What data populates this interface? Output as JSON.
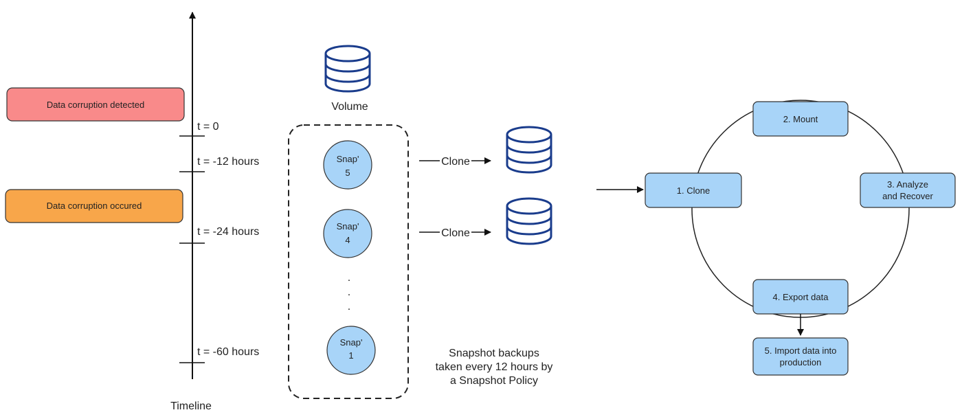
{
  "timeline": {
    "axis_label": "Timeline",
    "ticks": [
      {
        "label": "t = 0"
      },
      {
        "label": "t = -12 hours"
      },
      {
        "label": "t = -24 hours"
      },
      {
        "label": "t = -60 hours"
      }
    ]
  },
  "events": {
    "detected": {
      "label": "Data corruption detected",
      "color": "#f98a8a"
    },
    "occured": {
      "label": "Data corruption occured",
      "color": "#f8a64a"
    }
  },
  "volume": {
    "label": "Volume"
  },
  "snapshots": [
    {
      "line1": "Snap'",
      "line2": "5"
    },
    {
      "line1": "Snap'",
      "line2": "4"
    },
    {
      "line1": "Snap'",
      "line2": "1"
    }
  ],
  "ellipsis": ".",
  "clone_arrows": [
    {
      "label": "Clone"
    },
    {
      "label": "Clone"
    }
  ],
  "snapshot_note": [
    "Snapshot backups",
    "taken every 12 hours by",
    "a Snapshot Policy"
  ],
  "cycle": {
    "steps": [
      {
        "line1": "1. Clone",
        "line2": ""
      },
      {
        "line1": "2. Mount",
        "line2": ""
      },
      {
        "line1": "3. Analyze",
        "line2": "and Recover"
      },
      {
        "line1": "4. Export data",
        "line2": ""
      }
    ],
    "final": {
      "line1": "5. Import data into",
      "line2": "production"
    },
    "box_color": "#a8d4f8"
  },
  "colors": {
    "snapshot_fill": "#a8d4f8",
    "db_icon": "#1a3c8c"
  }
}
